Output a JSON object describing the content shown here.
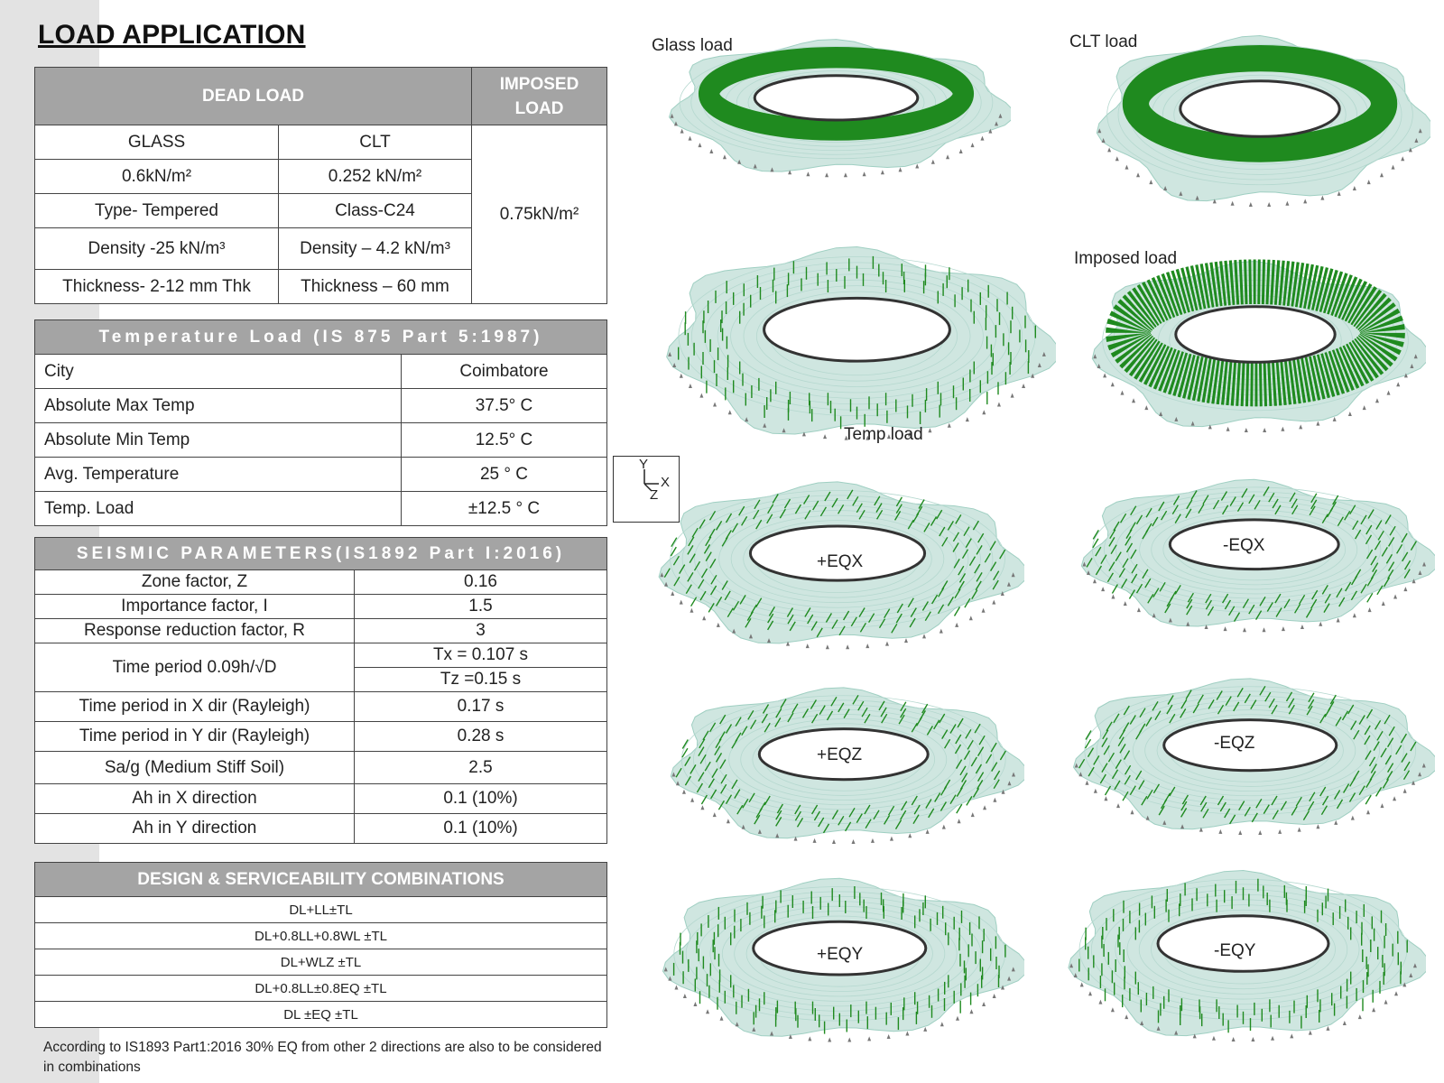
{
  "title": "LOAD APPLICATION",
  "dead_load_table": {
    "dead_header": "DEAD LOAD",
    "imposed_header": "IMPOSED LOAD",
    "col_glass": "GLASS",
    "col_clt": "CLT",
    "imposed_value": "0.75kN/m²",
    "rows": [
      {
        "glass": "0.6kN/m²",
        "clt": "0.252 kN/m²"
      },
      {
        "glass": "Type- Tempered",
        "clt": "Class-C24"
      },
      {
        "glass": "Density -25 kN/m³",
        "clt": "Density – 4.2 kN/m³"
      },
      {
        "glass": "Thickness- 2-12 mm Thk",
        "clt": "Thickness – 60 mm"
      }
    ]
  },
  "temperature_table": {
    "header": "Temperature Load (IS 875 Part 5:1987)",
    "rows": [
      {
        "label": "City",
        "value": "Coimbatore"
      },
      {
        "label": "Absolute Max Temp",
        "value": "37.5° C"
      },
      {
        "label": "Absolute Min Temp",
        "value": "12.5° C"
      },
      {
        "label": "Avg. Temperature",
        "value": "25 ° C"
      },
      {
        "label": "Temp. Load",
        "value": "±12.5 ° C"
      }
    ]
  },
  "seismic_table": {
    "header": "SEISMIC PARAMETERS(IS1892 Part I:2016)",
    "rows_top": [
      {
        "label": "Zone factor, Z",
        "value": "0.16"
      },
      {
        "label": "Importance factor, I",
        "value": "1.5"
      },
      {
        "label": "Response reduction factor, R",
        "value": "3"
      }
    ],
    "time_period_label": "Time period  0.09h/√D",
    "time_period_tx": "Tx = 0.107 s",
    "time_period_tz": "Tz =0.15 s",
    "rows_bottom": [
      {
        "label": "Time period in X dir (Rayleigh)",
        "value": "0.17 s"
      },
      {
        "label": "Time period in Y dir (Rayleigh)",
        "value": "0.28 s"
      },
      {
        "label": "Sa/g (Medium Stiff Soil)",
        "value": "2.5"
      },
      {
        "label": "Ah in X direction",
        "value": "0.1 (10%)"
      },
      {
        "label": "Ah in Y direction",
        "value": "0.1 (10%)"
      }
    ]
  },
  "combinations_table": {
    "header": "DESIGN & SERVICEABILITY COMBINATIONS",
    "rows": [
      "DL+LL±TL",
      "DL+0.8LL+0.8WL ±TL",
      "DL+WLZ ±TL",
      "DL+0.8LL±0.8EQ ±TL",
      "DL ±EQ ±TL"
    ]
  },
  "footnote": "According to IS1893 Part1:2016 30% EQ from other 2 directions are also to be considered in combinations",
  "axis_labels": {
    "y": "Y",
    "x": "X",
    "z": "Z"
  },
  "panels": [
    {
      "label": "Glass load"
    },
    {
      "label": "CLT load"
    },
    {
      "label": "Temp load"
    },
    {
      "label": "Imposed load"
    },
    {
      "label": "+EQX"
    },
    {
      "label": "-EQX"
    },
    {
      "label": "+EQZ"
    },
    {
      "label": "-EQZ"
    },
    {
      "label": "+EQY"
    },
    {
      "label": "-EQY"
    }
  ],
  "colors": {
    "load_green": "#1f8a1f",
    "mesh_light": "#cfe6e0",
    "header_gray": "#a4a4a4"
  }
}
